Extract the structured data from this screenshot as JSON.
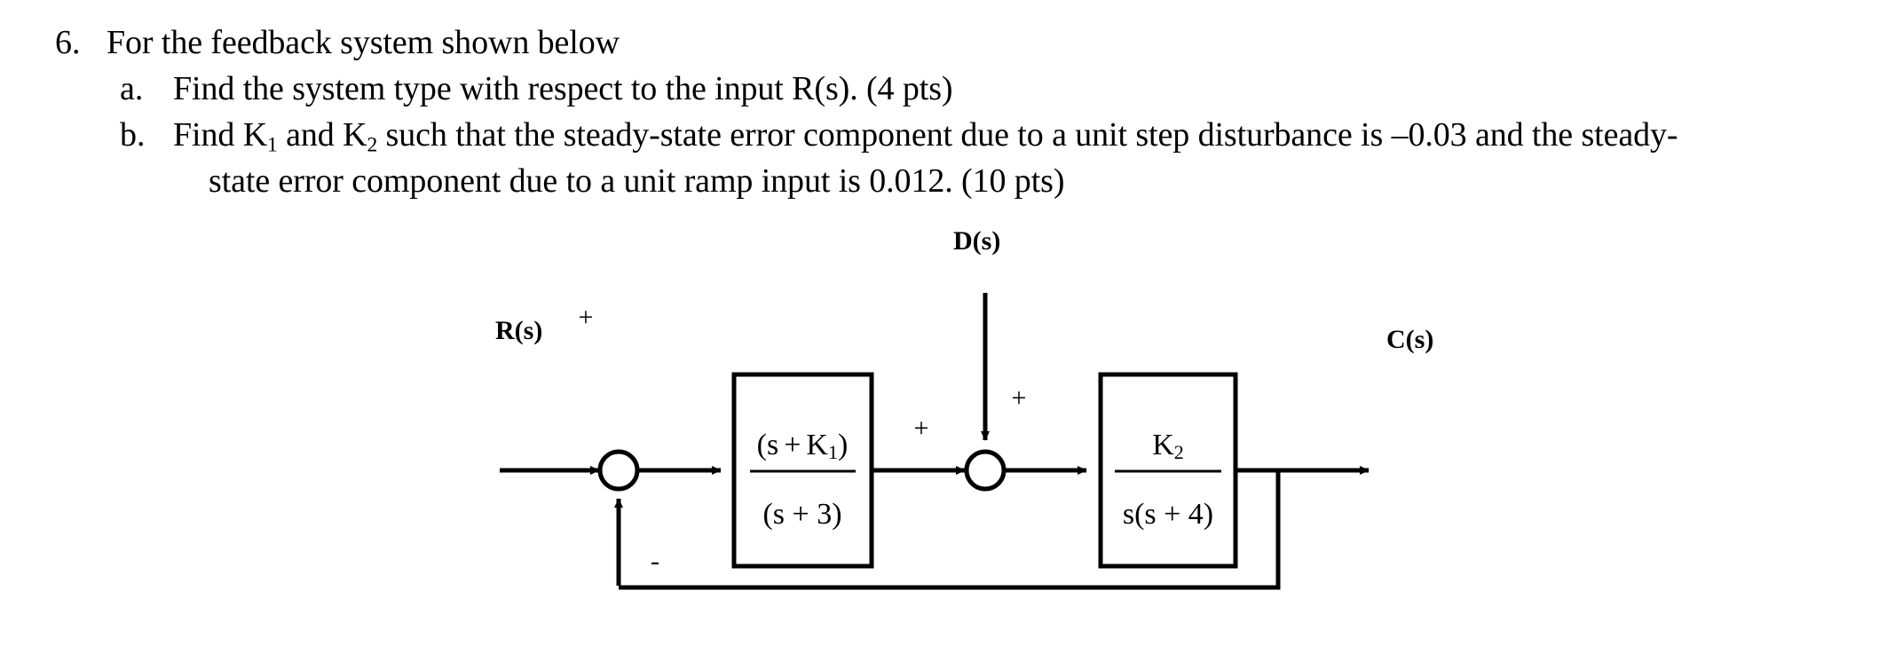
{
  "document": {
    "problem_number": "6.",
    "problem_text": "For the feedback system shown below",
    "parts": [
      {
        "marker": "a.",
        "text_prefix": "Find the system type with respect to the input R(s). (4 pts)",
        "points": "4 pts"
      },
      {
        "marker": "b.",
        "text_line1_a": "Find K",
        "text_line1_sub1": "1",
        "text_line1_b": " and K",
        "text_line1_sub2": "2",
        "text_line1_c": " such that the steady-state error component due to a unit step disturbance is –0.03 and the steady-",
        "text_line2": "state error component due to a unit ramp input is 0.012. (10 pts)",
        "points": "10 pts",
        "disturbance_error": "–0.03",
        "ramp_error": "0.012"
      }
    ]
  },
  "diagram": {
    "type": "block-diagram",
    "input_label": "R(s)",
    "disturbance_label": "D(s)",
    "output_label": "C(s)",
    "summing_junction_1": {
      "plus_sign": "+",
      "minus_sign": "-"
    },
    "summing_junction_2": {
      "plus_input_sign": "+",
      "plus_disturbance_sign": "+"
    },
    "block1": {
      "numerator_open": "(s",
      "numerator_plus": "+",
      "numerator_k": "K",
      "numerator_sub": "1",
      "numerator_close": ")",
      "numerator_full": "(s + K₁)",
      "denominator_full": "(s + 3)"
    },
    "block2": {
      "numerator_k": "K",
      "numerator_sub": "2",
      "numerator_full": "K₂",
      "denominator_full": "s(s + 4)"
    },
    "feedback": {
      "gain": "1",
      "sign": "negative"
    },
    "colors": {
      "line": "#000000",
      "background": "#ffffff"
    }
  }
}
